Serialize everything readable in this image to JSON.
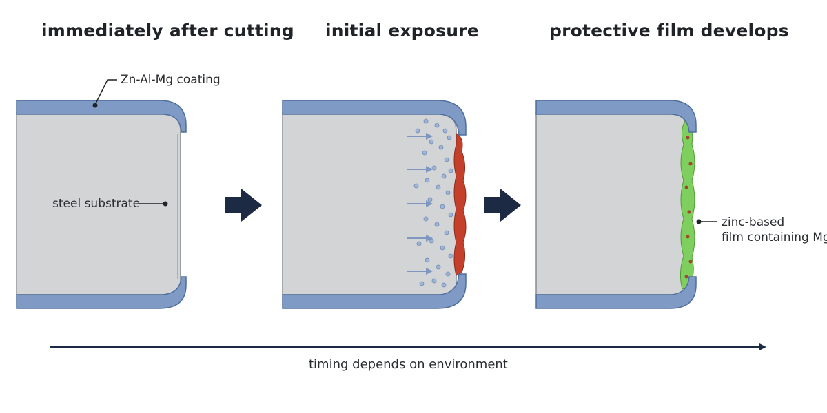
{
  "stages": [
    {
      "title": "immediately after cutting"
    },
    {
      "title": "initial exposure"
    },
    {
      "title": "protective film develops"
    }
  ],
  "labels": {
    "coating": "Zn-Al-Mg coating",
    "substrate": "steel substrate",
    "film_line1": "zinc-based",
    "film_line2": "film containing Mg"
  },
  "timeline": {
    "caption": "timing depends on environment"
  },
  "colors": {
    "coating": "#7f9bc5",
    "coating_edge": "#4f6f9c",
    "steel": "#d3d4d6",
    "steel_edge": "#8a8d91",
    "rust": "#c4402a",
    "film": "#7fcf5e",
    "ink": "#1c2a44",
    "ions": "#7d97c0"
  }
}
